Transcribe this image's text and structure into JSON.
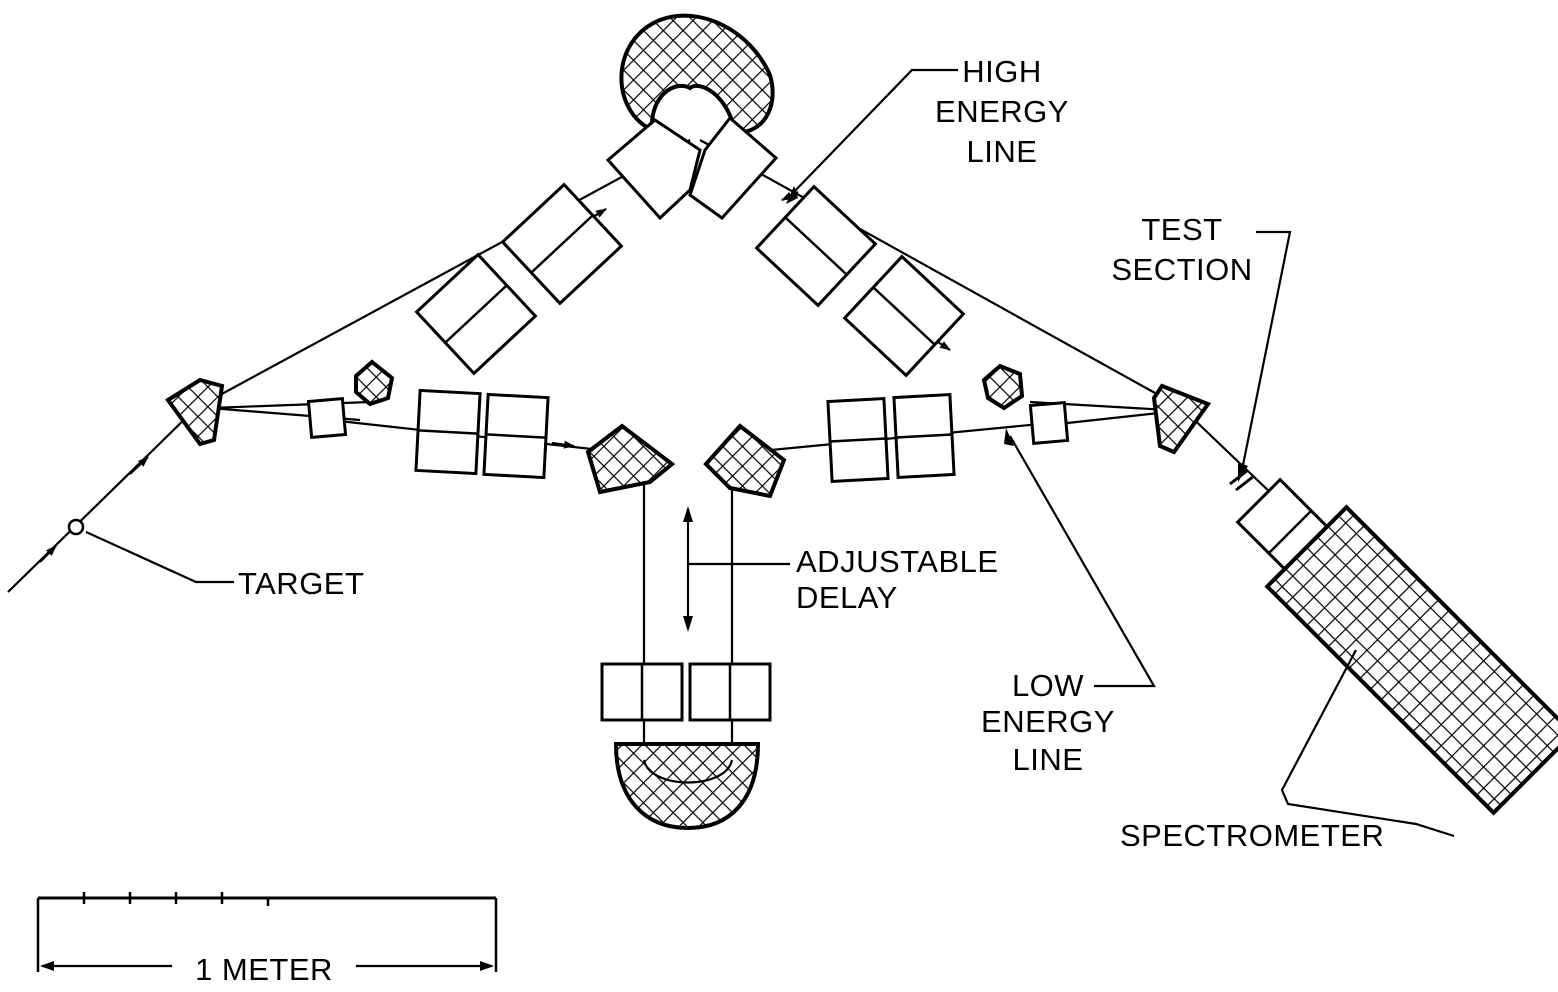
{
  "labels": {
    "high_energy_line": [
      "HIGH",
      "ENERGY",
      "LINE"
    ],
    "test_section": [
      "TEST",
      "SECTION"
    ],
    "target": "TARGET",
    "adjustable_delay": [
      "ADJUSTABLE",
      "DELAY"
    ],
    "low_energy_line": [
      "LOW",
      "ENERGY",
      "LINE"
    ],
    "spectrometer": "SPECTROMETER",
    "scale_bar": "1 METER"
  },
  "colors": {
    "ink": "#000000",
    "paper": "#ffffff"
  }
}
